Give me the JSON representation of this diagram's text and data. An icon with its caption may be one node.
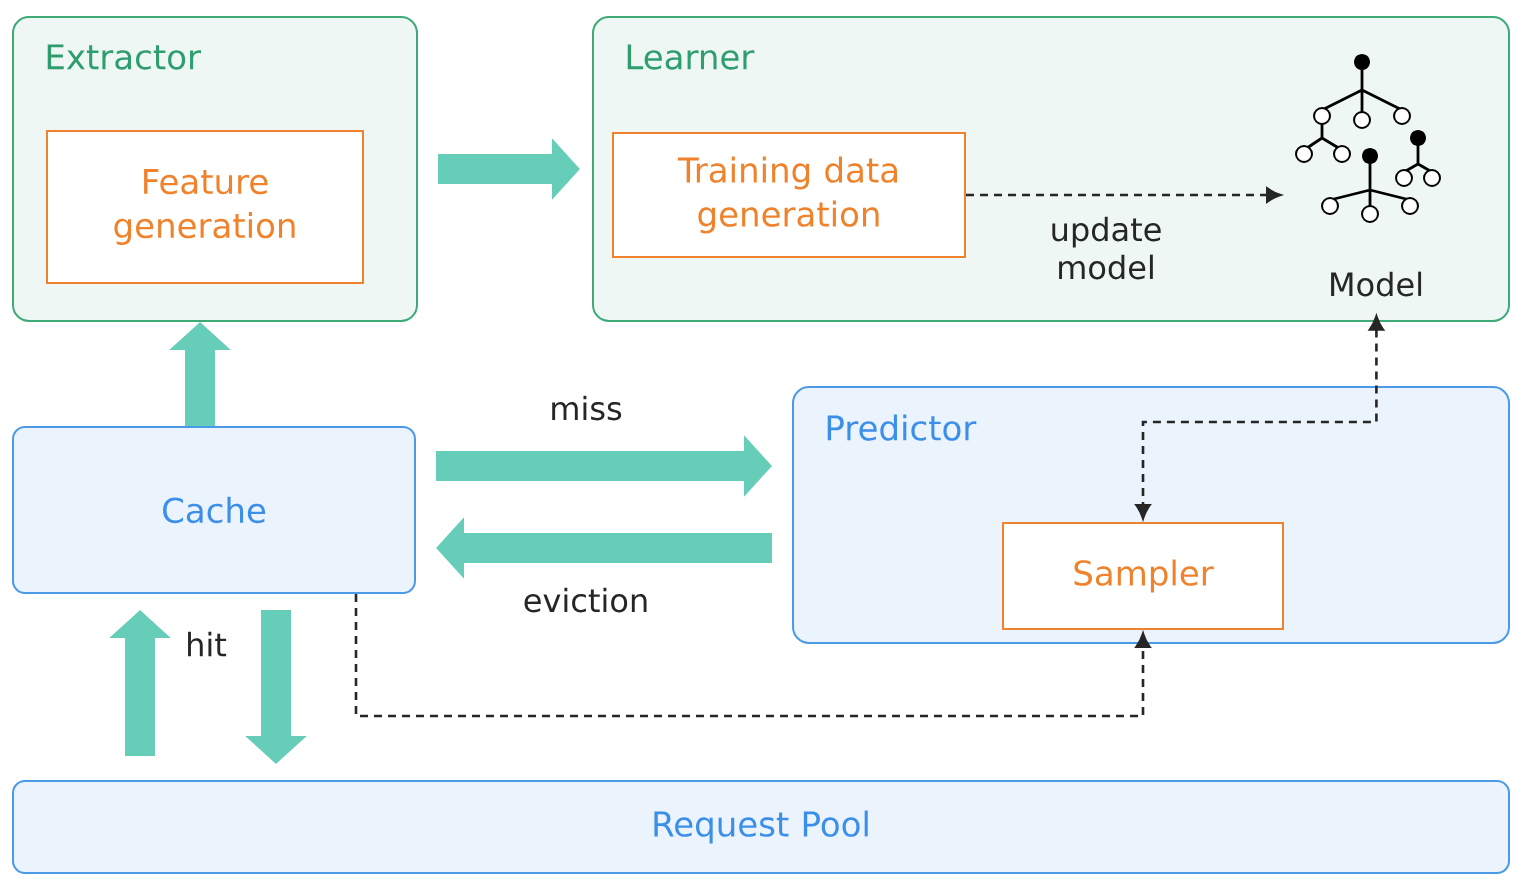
{
  "diagram": {
    "nodes": [
      {
        "text": [
          "Extractor"
        ]
      },
      {
        "text": [
          "Feature generation"
        ],
        "in": 0
      },
      {
        "text": [
          "Learner"
        ]
      },
      {
        "text": [
          "Training data generation"
        ],
        "in": 2
      },
      {
        "text": [
          "Model"
        ],
        "in": 2
      },
      {
        "text": [
          "Cache"
        ]
      },
      {
        "text": [
          "Predictor"
        ]
      },
      {
        "text": [
          "Sampler"
        ],
        "in": 6
      },
      {
        "text": [
          "Request Pool"
        ]
      }
    ],
    "edges": [
      {
        "from": 5,
        "to": 0,
        "arrow": "to"
      },
      {
        "from": 0,
        "to": 2,
        "arrow": "to"
      },
      {
        "from": 3,
        "to": 4,
        "arrow": "to",
        "style": "dashed",
        "color": "#262626",
        "label": "update model"
      },
      {
        "from": 4,
        "to": 7,
        "arrow": "both",
        "style": "dashed",
        "color": "#262626"
      },
      {
        "from": 5,
        "to": 6,
        "arrow": "to",
        "label": "miss"
      },
      {
        "from": 6,
        "to": 5,
        "arrow": "to",
        "label": "eviction"
      },
      {
        "from": 8,
        "to": 5,
        "arrow": "to",
        "label": "hit"
      },
      {
        "from": 5,
        "to": 8,
        "arrow": "to"
      },
      {
        "from": 5,
        "to": 7,
        "arrow": "to",
        "style": "dashed",
        "color": "#262626"
      }
    ]
  }
}
